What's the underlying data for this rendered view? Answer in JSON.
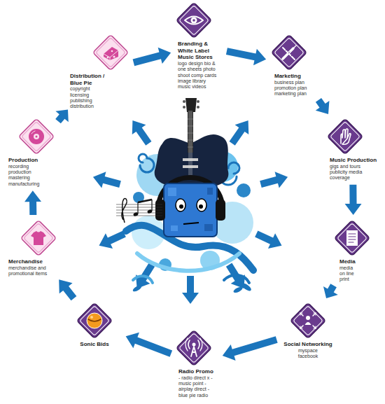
{
  "diagram": {
    "nodes": [
      {
        "text": [
          "Branding & White Label Music Stores",
          "logo design bio & one sheets photo shoot comp cards image library music videos"
        ]
      },
      {
        "text": [
          "Marketing",
          "business plan promotion plan marketing plan"
        ]
      },
      {
        "text": [
          "Music Production",
          "gigs and tours publicity media coverage"
        ]
      },
      {
        "text": [
          "Media",
          "media on line print"
        ]
      },
      {
        "text": [
          "Social Networking",
          "myspace facebook"
        ]
      },
      {
        "text": [
          "Radio Promo",
          "- radio direct x - music point - airplay direct - blue pie radio"
        ]
      },
      {
        "text": [
          "Sonic Bids"
        ]
      },
      {
        "text": [
          "Merchandise",
          "merchandise and promotional items"
        ]
      },
      {
        "text": [
          "Production",
          "recording production mastering manufacturing"
        ]
      },
      {
        "text": [
          "Distribution / Blue Pie",
          "copyright licensing publishing distribution"
        ]
      }
    ],
    "edges": [
      {
        "from": 0,
        "to": 1,
        "arrow": "to"
      },
      {
        "from": 1,
        "to": 2,
        "arrow": "to"
      },
      {
        "from": 2,
        "to": 3,
        "arrow": "to"
      },
      {
        "from": 3,
        "to": 4,
        "arrow": "to"
      },
      {
        "from": 4,
        "to": 5,
        "arrow": "to"
      },
      {
        "from": 5,
        "to": 6,
        "arrow": "to"
      },
      {
        "from": 6,
        "to": 7,
        "arrow": "to"
      },
      {
        "from": 7,
        "to": 8,
        "arrow": "to"
      },
      {
        "from": 8,
        "to": 9,
        "arrow": "to"
      },
      {
        "from": 9,
        "to": 0,
        "arrow": "to"
      }
    ]
  }
}
